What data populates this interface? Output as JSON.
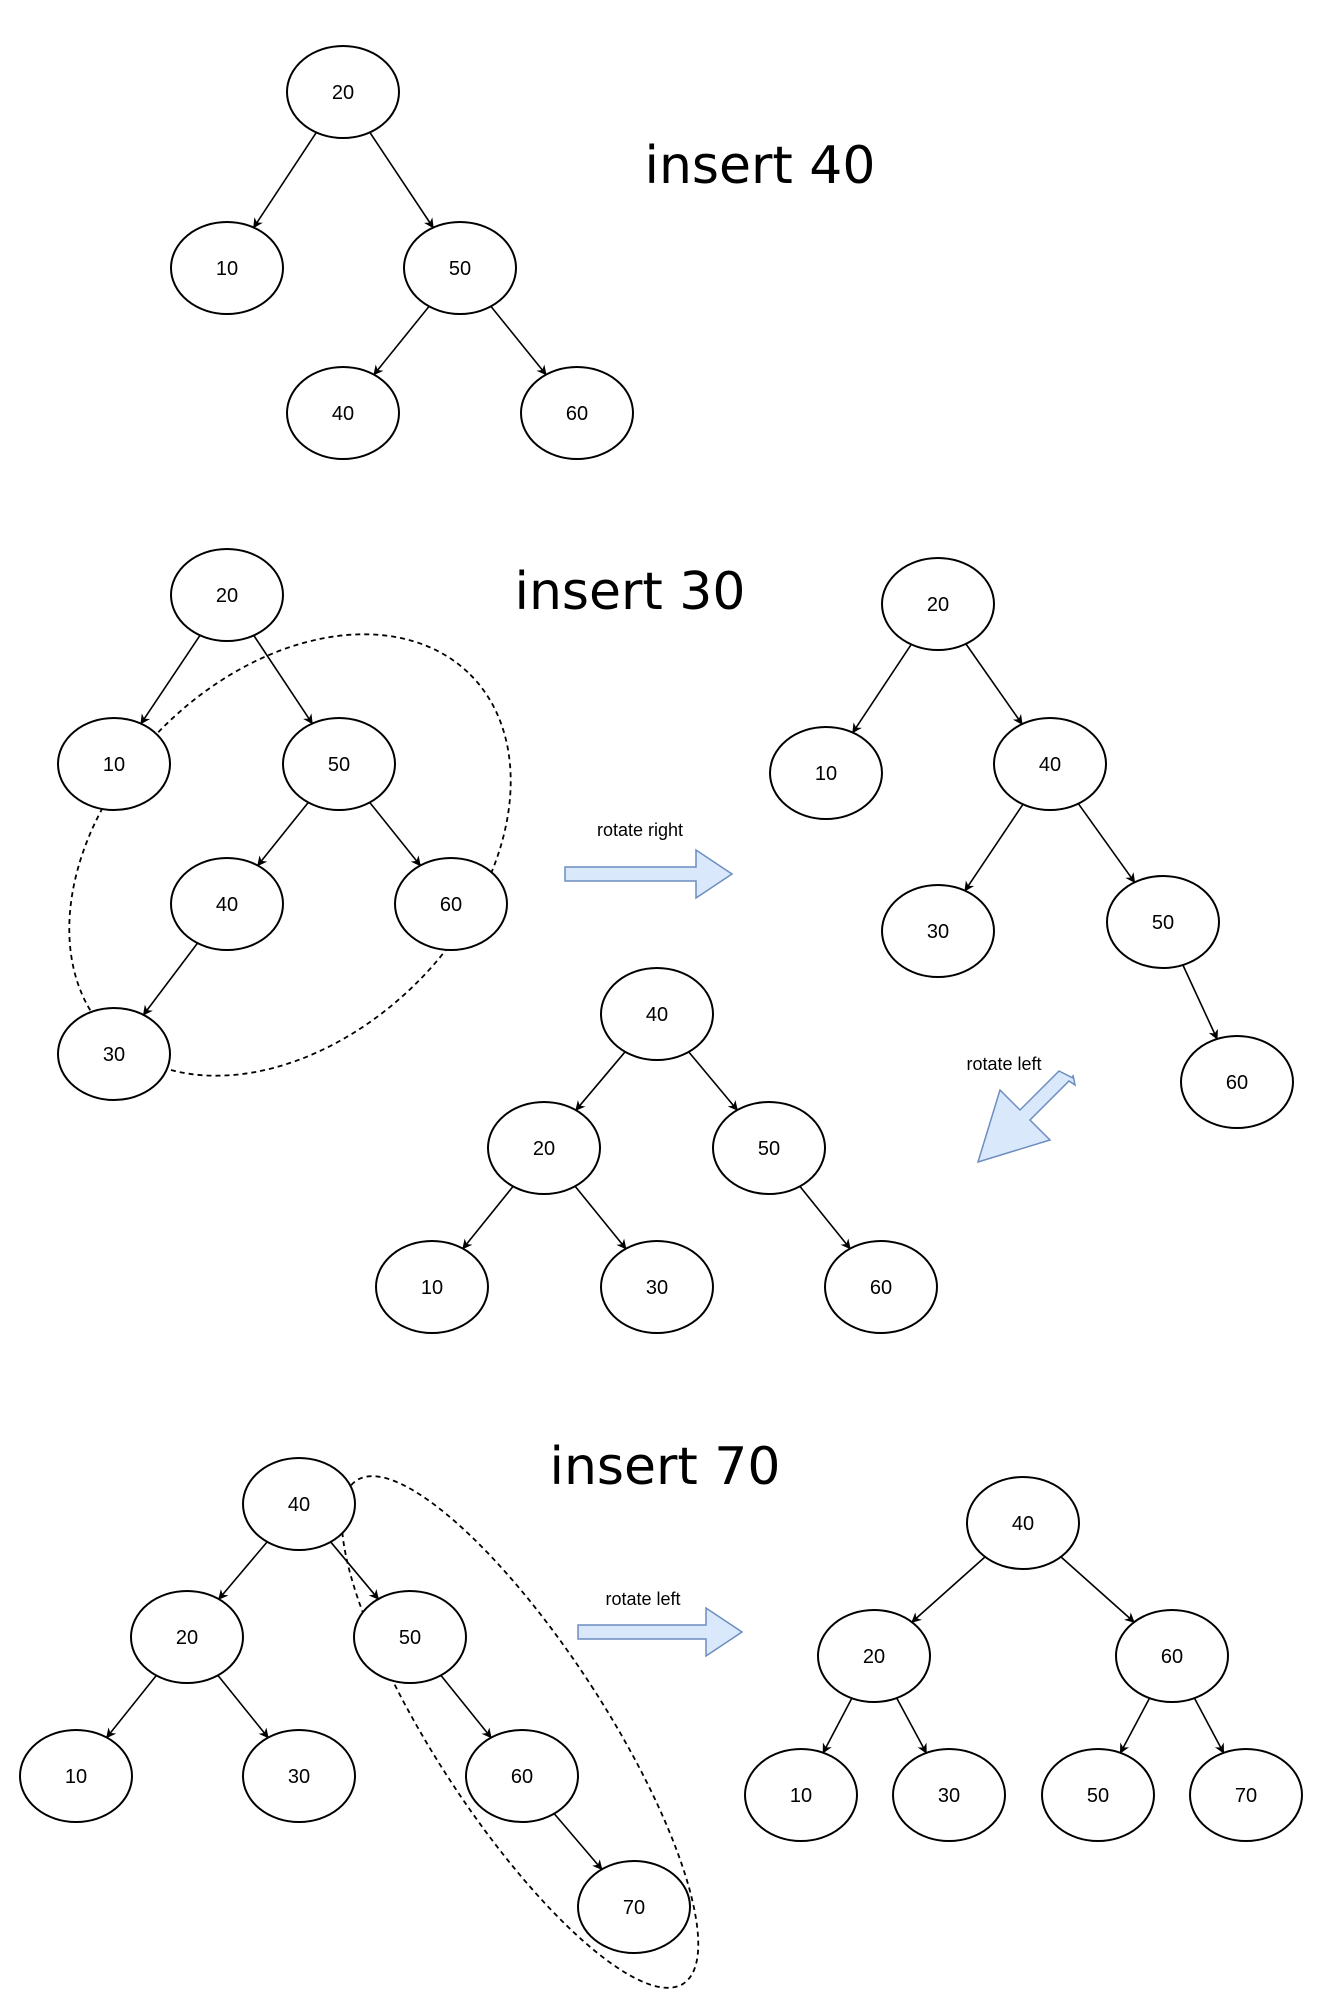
{
  "sections": {
    "insert40": {
      "title": "insert 40"
    },
    "insert30": {
      "title": "insert 30"
    },
    "insert70": {
      "title": "insert 70"
    }
  },
  "arrows": {
    "rotate_right_1": "rotate right",
    "rotate_left_1": "rotate left",
    "rotate_left_2": "rotate left"
  },
  "colors": {
    "arrow_fill": "#dae8fc",
    "arrow_stroke": "#6c8ebf"
  },
  "trees": [
    {
      "name": "tree-insert40",
      "nodes": [
        "20",
        "10",
        "50",
        "40",
        "60"
      ]
    },
    {
      "name": "tree-insert30-before",
      "nodes": [
        "20",
        "10",
        "50",
        "40",
        "60",
        "30"
      ]
    },
    {
      "name": "tree-insert30-after-rotate-right",
      "nodes": [
        "20",
        "10",
        "40",
        "30",
        "50",
        "60"
      ]
    },
    {
      "name": "tree-insert30-after-rotate-left",
      "nodes": [
        "40",
        "20",
        "50",
        "10",
        "30",
        "60"
      ]
    },
    {
      "name": "tree-insert70-before",
      "nodes": [
        "40",
        "20",
        "50",
        "10",
        "30",
        "60",
        "70"
      ]
    },
    {
      "name": "tree-insert70-after-rotate-left",
      "nodes": [
        "40",
        "20",
        "60",
        "10",
        "30",
        "50",
        "70"
      ]
    }
  ]
}
